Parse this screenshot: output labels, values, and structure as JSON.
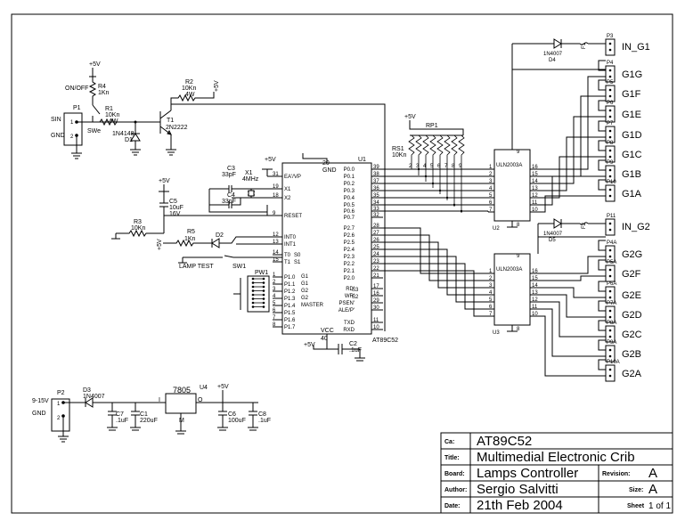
{
  "title_block": {
    "code_label": "Ca:",
    "code_value": "AT89C52",
    "title_label": "Title:",
    "title_value": "Multimedial Electronic Crib",
    "board_label": "Board:",
    "board_value": "Lamps Controller",
    "revision_label": "Revision:",
    "revision_value": "A",
    "author_label": "Author:",
    "author_value": "Sergio Salvitti",
    "size_label": "Size:",
    "size_value": "A",
    "date_label": "Date:",
    "date_value": "21th Feb 2004",
    "sheet_label": "Sheet",
    "sheet_value": "1 of 1"
  },
  "supply": {
    "vplus": "+5V",
    "gnd": "GND",
    "vcc": "VCC",
    "input_range": "9-15V"
  },
  "components": {
    "p1": {
      "ref": "P1",
      "pin1": "SIN",
      "pin2": "GND",
      "n1": "1",
      "n2": "2"
    },
    "p2": {
      "ref": "P2",
      "n1": "1",
      "n2": "2"
    },
    "r4": {
      "ref": "R4",
      "val": "1Kn"
    },
    "onoff": "ON/OFF",
    "r1": {
      "ref": "R1",
      "val": "10Kn",
      "pw": "4W"
    },
    "swe": "SWe",
    "d1": {
      "ref": "D1",
      "val": "1N4148"
    },
    "r2": {
      "ref": "R2",
      "val": "10Kn",
      "pw": "4W"
    },
    "t1": {
      "ref": "T1",
      "val": "2N2222"
    },
    "c3": {
      "ref": "C3",
      "val": "33pF"
    },
    "c4": {
      "ref": "C4",
      "val": "33pF"
    },
    "x1": {
      "ref": "X1",
      "val": "4MHz"
    },
    "c5": {
      "ref": "C5",
      "val": "10uF",
      "v": "16V"
    },
    "r3": {
      "ref": "R3",
      "val": "10Kn"
    },
    "r5": {
      "ref": "R5",
      "val": "1Kn"
    },
    "d2": {
      "ref": "D2"
    },
    "lamp_test": "LAMP TEST",
    "sw1": "SW1",
    "pw1": "PW1",
    "rs1": {
      "ref": "RS1",
      "val": "10Kn"
    },
    "rp1": "RP1",
    "rp_pins": [
      "2",
      "3",
      "4",
      "5",
      "6",
      "7",
      "8",
      "9"
    ],
    "f1": "F1",
    "f2": "F2",
    "d4": {
      "ref": "D4",
      "val": "1N4007"
    },
    "d5": {
      "ref": "D5",
      "val": "1N4007"
    },
    "d3": {
      "ref": "D3",
      "val": "1N4007"
    },
    "u4": {
      "ref": "U4",
      "val": "7805",
      "i": "I",
      "o": "O",
      "m": "M"
    },
    "c7": {
      "ref": "C7",
      "val": ".1uF"
    },
    "c1": {
      "ref": "C1",
      "val": "220uF"
    },
    "c6": {
      "ref": "C6",
      "val": "100uF"
    },
    "c8": {
      "ref": "C8",
      "val": ".1uF"
    },
    "c2": {
      "ref": "C2",
      "val": ".1uF"
    }
  },
  "mcu": {
    "ref": "U1",
    "part": "AT89C52",
    "left_pins": [
      {
        "num": "31",
        "name": "EA'/VP"
      },
      {
        "num": "19",
        "name": "X1"
      },
      {
        "num": "18",
        "name": "X2"
      },
      {
        "num": "9",
        "name": "RESET"
      },
      {
        "num": "12",
        "name": "INT0"
      },
      {
        "num": "13",
        "name": "INT1"
      },
      {
        "num": "14",
        "name": "T0"
      },
      {
        "num": "15",
        "name": "T1"
      },
      {
        "num": "1",
        "name": "P1.0"
      },
      {
        "num": "2",
        "name": "P1.1"
      },
      {
        "num": "3",
        "name": "P1.2"
      },
      {
        "num": "4",
        "name": "P1.3"
      },
      {
        "num": "5",
        "name": "P1.4"
      },
      {
        "num": "6",
        "name": "P1.5"
      },
      {
        "num": "7",
        "name": "P1.6"
      },
      {
        "num": "8",
        "name": "P1.7"
      }
    ],
    "port0": [
      {
        "num": "39",
        "name": "P0.0"
      },
      {
        "num": "38",
        "name": "P0.1"
      },
      {
        "num": "37",
        "name": "P0.2"
      },
      {
        "num": "36",
        "name": "P0.3"
      },
      {
        "num": "35",
        "name": "P0.4"
      },
      {
        "num": "34",
        "name": "P0.5"
      },
      {
        "num": "33",
        "name": "P0.6"
      },
      {
        "num": "32",
        "name": "P0.7"
      }
    ],
    "port2": [
      {
        "num": "28",
        "name": "P2.7"
      },
      {
        "num": "27",
        "name": "P2.6"
      },
      {
        "num": "26",
        "name": "P2.5"
      },
      {
        "num": "25",
        "name": "P2.4"
      },
      {
        "num": "24",
        "name": "P2.3"
      },
      {
        "num": "23",
        "name": "P2.2"
      },
      {
        "num": "22",
        "name": "P2.1"
      },
      {
        "num": "21",
        "name": "P2.0"
      }
    ],
    "ctrl_pins": [
      {
        "num": "17",
        "name": "RD'"
      },
      {
        "num": "16",
        "name": "WR'"
      },
      {
        "num": "29",
        "name": "PSEN'"
      },
      {
        "num": "30",
        "name": "ALE/P'"
      },
      {
        "num": "11",
        "name": "TXD"
      },
      {
        "num": "10",
        "name": "RXD"
      }
    ],
    "top_pin": "20",
    "bot_pin": "40",
    "s0": "S0",
    "s1": "S1",
    "s3": "S3",
    "s2": "S2",
    "master": "MASTER",
    "g_labels": [
      "G1",
      "G1",
      "G2",
      "G2"
    ]
  },
  "drivers": [
    {
      "ref": "U2",
      "part": "ULN2003A",
      "vcc_pin": "9",
      "gnd_pin": "8",
      "in_pins": [
        "1",
        "2",
        "3",
        "4",
        "5",
        "6",
        "7"
      ],
      "out_pins": [
        "16",
        "15",
        "14",
        "13",
        "12",
        "11",
        "10"
      ]
    },
    {
      "ref": "U3",
      "part": "ULN2003A",
      "vcc_pin": "9",
      "gnd_pin": "8",
      "in_pins": [
        "1",
        "2",
        "3",
        "4",
        "5",
        "6",
        "7"
      ],
      "out_pins": [
        "16",
        "15",
        "14",
        "13",
        "12",
        "11",
        "10"
      ]
    }
  ],
  "connectors_g1": {
    "input": {
      "ref": "P3",
      "label": "IN_G1"
    },
    "outputs": [
      {
        "ref": "P4",
        "label": "G1G"
      },
      {
        "ref": "P5",
        "label": "G1F"
      },
      {
        "ref": "P6",
        "label": "G1E"
      },
      {
        "ref": "P7",
        "label": "G1D"
      },
      {
        "ref": "P8",
        "label": "G1C"
      },
      {
        "ref": "P9",
        "label": "G1B"
      },
      {
        "ref": "P10",
        "label": "G1A"
      }
    ]
  },
  "connectors_g2": {
    "input": {
      "ref": "P11",
      "label": "IN_G2"
    },
    "outputs": [
      {
        "ref": "P4A",
        "label": "G2G"
      },
      {
        "ref": "P5A",
        "label": "G2F"
      },
      {
        "ref": "P6A",
        "label": "G2E"
      },
      {
        "ref": "P7A",
        "label": "G2D"
      },
      {
        "ref": "P8A",
        "label": "G2C"
      },
      {
        "ref": "P9A",
        "label": "G2B"
      },
      {
        "ref": "P10A",
        "label": "G2A"
      }
    ]
  }
}
